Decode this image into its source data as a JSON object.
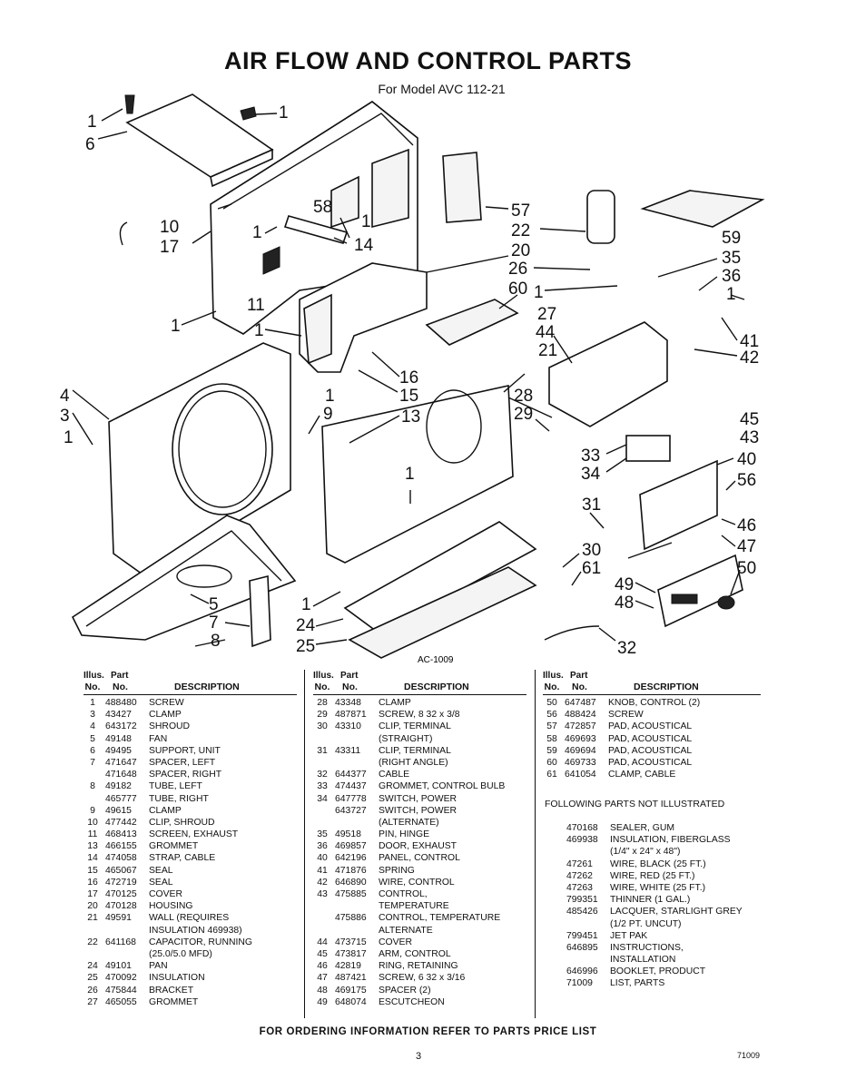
{
  "title": "AIR FLOW AND CONTROL PARTS",
  "subtitle": "For Model AVC 112-21",
  "drawing_code": "AC-1009",
  "callouts": {
    "c1a": "1",
    "c1b": "1",
    "c1c": "1",
    "c1d": "1",
    "c1e": "1",
    "c1f": "1",
    "c1g": "1",
    "c1h": "1",
    "c1i": "1",
    "c1j": "1",
    "c1k": "1",
    "c3": "3",
    "c4": "4",
    "c5": "5",
    "c6": "6",
    "c7": "7",
    "c8": "8",
    "c9": "9",
    "c10": "10",
    "c11": "11",
    "c13": "13",
    "c14": "14",
    "c15": "15",
    "c16": "16",
    "c17": "17",
    "c20": "20",
    "c21": "21",
    "c22": "22",
    "c24": "24",
    "c25": "25",
    "c26": "26",
    "c27": "27",
    "c28": "28",
    "c29": "29",
    "c30": "30",
    "c31": "31",
    "c32": "32",
    "c33": "33",
    "c34": "34",
    "c35": "35",
    "c36": "36",
    "c40": "40",
    "c41": "41",
    "c42": "42",
    "c43": "43",
    "c44": "44",
    "c45": "45",
    "c46": "46",
    "c47": "47",
    "c48": "48",
    "c49": "49",
    "c50": "50",
    "c56": "56",
    "c57": "57",
    "c58": "58",
    "c59": "59",
    "c60": "60",
    "c61": "61"
  },
  "table_headers": {
    "illus": "Illus.",
    "part": "Part",
    "no1": "No.",
    "no2": "No.",
    "description": "DESCRIPTION"
  },
  "columns": [
    [
      [
        "1",
        "488480",
        "SCREW"
      ],
      [
        "3",
        "43427",
        "CLAMP"
      ],
      [
        "4",
        "643172",
        "SHROUD"
      ],
      [
        "5",
        "49148",
        "FAN"
      ],
      [
        "6",
        "49495",
        "SUPPORT, UNIT"
      ],
      [
        "7",
        "471647",
        "SPACER, LEFT"
      ],
      [
        "",
        "471648",
        "SPACER, RIGHT"
      ],
      [
        "8",
        "49182",
        "TUBE, LEFT"
      ],
      [
        "",
        "465777",
        "TUBE, RIGHT"
      ],
      [
        "9",
        "49615",
        "CLAMP"
      ],
      [
        "10",
        "477442",
        "CLIP, SHROUD"
      ],
      [
        "11",
        "468413",
        "SCREEN, EXHAUST"
      ],
      [
        "13",
        "466155",
        "GROMMET"
      ],
      [
        "14",
        "474058",
        "STRAP, CABLE"
      ],
      [
        "15",
        "465067",
        "SEAL"
      ],
      [
        "16",
        "472719",
        "SEAL"
      ],
      [
        "17",
        "470125",
        "COVER"
      ],
      [
        "20",
        "470128",
        "HOUSING"
      ],
      [
        "21",
        "49591",
        "WALL (REQUIRES"
      ],
      [
        "",
        "",
        "INSULATION 469938)"
      ],
      [
        "22",
        "641168",
        "CAPACITOR, RUNNING"
      ],
      [
        "",
        "",
        "(25.0/5.0 MFD)"
      ],
      [
        "24",
        "49101",
        "PAN"
      ],
      [
        "25",
        "470092",
        "INSULATION"
      ],
      [
        "26",
        "475844",
        "BRACKET"
      ],
      [
        "27",
        "465055",
        "GROMMET"
      ]
    ],
    [
      [
        "28",
        "43348",
        "CLAMP"
      ],
      [
        "29",
        "487871",
        "SCREW, 8 32 x 3/8"
      ],
      [
        "30",
        "43310",
        "CLIP, TERMINAL"
      ],
      [
        "",
        "",
        "(STRAIGHT)"
      ],
      [
        "31",
        "43311",
        "CLIP, TERMINAL"
      ],
      [
        "",
        "",
        "(RIGHT ANGLE)"
      ],
      [
        "32",
        "644377",
        "CABLE"
      ],
      [
        "33",
        "474437",
        "GROMMET, CONTROL BULB"
      ],
      [
        "34",
        "647778",
        "SWITCH, POWER"
      ],
      [
        "",
        "643727",
        "SWITCH, POWER"
      ],
      [
        "",
        "",
        "(ALTERNATE)"
      ],
      [
        "35",
        "49518",
        "PIN, HINGE"
      ],
      [
        "36",
        "469857",
        "DOOR, EXHAUST"
      ],
      [
        "40",
        "642196",
        "PANEL, CONTROL"
      ],
      [
        "41",
        "471876",
        "SPRING"
      ],
      [
        "42",
        "646890",
        "WIRE, CONTROL"
      ],
      [
        "43",
        "475885",
        "CONTROL,"
      ],
      [
        "",
        "",
        "TEMPERATURE"
      ],
      [
        "",
        "475886",
        "CONTROL, TEMPERATURE"
      ],
      [
        "",
        "",
        "ALTERNATE"
      ],
      [
        "44",
        "473715",
        "COVER"
      ],
      [
        "45",
        "473817",
        "ARM, CONTROL"
      ],
      [
        "46",
        "42819",
        "RING, RETAINING"
      ],
      [
        "47",
        "487421",
        "SCREW, 6 32 x 3/16"
      ],
      [
        "48",
        "469175",
        "SPACER (2)"
      ],
      [
        "49",
        "648074",
        "ESCUTCHEON"
      ]
    ],
    [
      [
        "50",
        "647487",
        "KNOB, CONTROL (2)"
      ],
      [
        "56",
        "488424",
        "SCREW"
      ],
      [
        "57",
        "472857",
        "PAD, ACOUSTICAL"
      ],
      [
        "58",
        "469693",
        "PAD, ACOUSTICAL"
      ],
      [
        "59",
        "469694",
        "PAD, ACOUSTICAL"
      ],
      [
        "60",
        "469733",
        "PAD, ACOUSTICAL"
      ],
      [
        "61",
        "641054",
        "CLAMP, CABLE"
      ]
    ]
  ],
  "not_illustrated_heading": "FOLLOWING PARTS NOT ILLUSTRATED",
  "not_illustrated": [
    [
      "470168",
      "SEALER, GUM"
    ],
    [
      "469938",
      "INSULATION, FIBERGLASS"
    ],
    [
      "",
      "(1/4\" x 24\" x 48\")"
    ],
    [
      "47261",
      "WIRE, BLACK (25 FT.)"
    ],
    [
      "47262",
      "WIRE, RED (25 FT.)"
    ],
    [
      "47263",
      "WIRE, WHITE (25 FT.)"
    ],
    [
      "799351",
      "THINNER (1 GAL.)"
    ],
    [
      "485426",
      "LACQUER, STARLIGHT GREY"
    ],
    [
      "",
      "(1/2 PT. UNCUT)"
    ],
    [
      "799451",
      "JET PAK"
    ],
    [
      "646895",
      "INSTRUCTIONS,"
    ],
    [
      "",
      "INSTALLATION"
    ],
    [
      "646996",
      "BOOKLET, PRODUCT"
    ],
    [
      "71009",
      "LIST, PARTS"
    ]
  ],
  "footer": "FOR ORDERING INFORMATION REFER TO PARTS PRICE LIST",
  "page_number": "3",
  "doc_code": "71009"
}
